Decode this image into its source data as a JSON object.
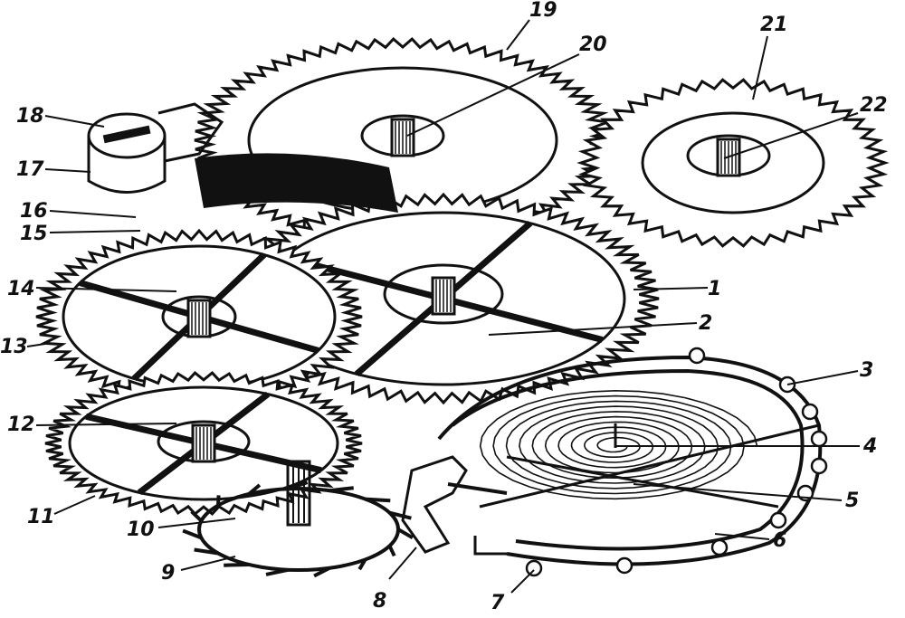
{
  "figure": {
    "description_type": "exploded-mechanism-line-drawing",
    "ink_color": "#111111",
    "paper_color": "#ffffff"
  },
  "callouts": [
    {
      "id": "c1",
      "label": "1"
    },
    {
      "id": "c2",
      "label": "2"
    },
    {
      "id": "c3",
      "label": "3"
    },
    {
      "id": "c4",
      "label": "4"
    },
    {
      "id": "c5",
      "label": "5"
    },
    {
      "id": "c6",
      "label": "6"
    },
    {
      "id": "c7",
      "label": "7"
    },
    {
      "id": "c8",
      "label": "8"
    },
    {
      "id": "c9",
      "label": "9"
    },
    {
      "id": "c10",
      "label": "10"
    },
    {
      "id": "c11",
      "label": "11"
    },
    {
      "id": "c12",
      "label": "12"
    },
    {
      "id": "c13",
      "label": "13"
    },
    {
      "id": "c14",
      "label": "14"
    },
    {
      "id": "c15",
      "label": "15"
    },
    {
      "id": "c16",
      "label": "16"
    },
    {
      "id": "c17",
      "label": "17"
    },
    {
      "id": "c18",
      "label": "18"
    },
    {
      "id": "c19",
      "label": "19"
    },
    {
      "id": "c20",
      "label": "20"
    },
    {
      "id": "c21",
      "label": "21"
    },
    {
      "id": "c22",
      "label": "22"
    }
  ]
}
